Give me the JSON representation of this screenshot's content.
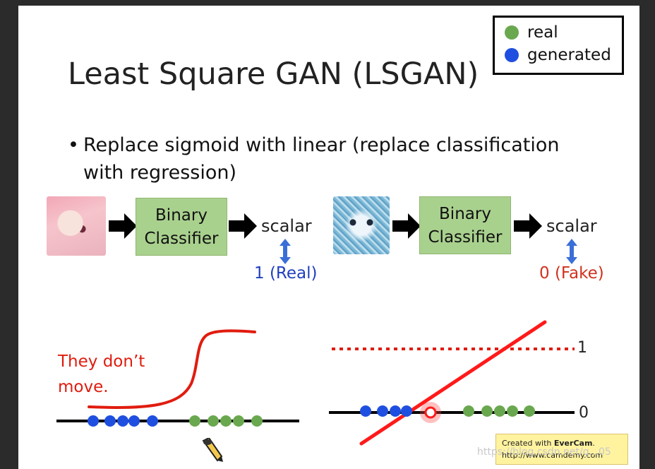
{
  "slide": {
    "title": "Least Square GAN (LSGAN)",
    "bullet_marker": "•",
    "bullet_text": "Replace sigmoid with linear (replace classification with regression)"
  },
  "legend": {
    "items": [
      {
        "label": "real",
        "color": "#6aa84f"
      },
      {
        "label": "generated",
        "color": "#1f4fe0"
      }
    ]
  },
  "left_pipeline": {
    "image": "anime-girl-face",
    "classifier_line1": "Binary",
    "classifier_line2": "Classifier",
    "output": "scalar",
    "target": "1 (Real)"
  },
  "right_pipeline": {
    "image": "noisy-generated-face",
    "classifier_line1": "Binary",
    "classifier_line2": "Classifier",
    "output": "scalar",
    "target": "0 (Fake)"
  },
  "left_plot": {
    "annotation_line1": "They don’t",
    "annotation_line2": "move.",
    "generated_points": 5,
    "real_points": 5
  },
  "right_plot": {
    "tick_1": "1",
    "tick_0": "0",
    "generated_points": 4,
    "real_points": 5
  },
  "evercam": {
    "line1_prefix": "Created with ",
    "line1_brand": "EverCam",
    "line1_suffix": ".",
    "line2": "http://www.camdemy.com"
  },
  "watermark": "https://blog.csdn.net/q...05",
  "colors": {
    "real_dot": "#6aa84f",
    "generated_dot": "#1f4fe0",
    "red": "#e01c0f",
    "box_green": "#a9d18e",
    "arrow_blue": "#3a6fd8"
  }
}
